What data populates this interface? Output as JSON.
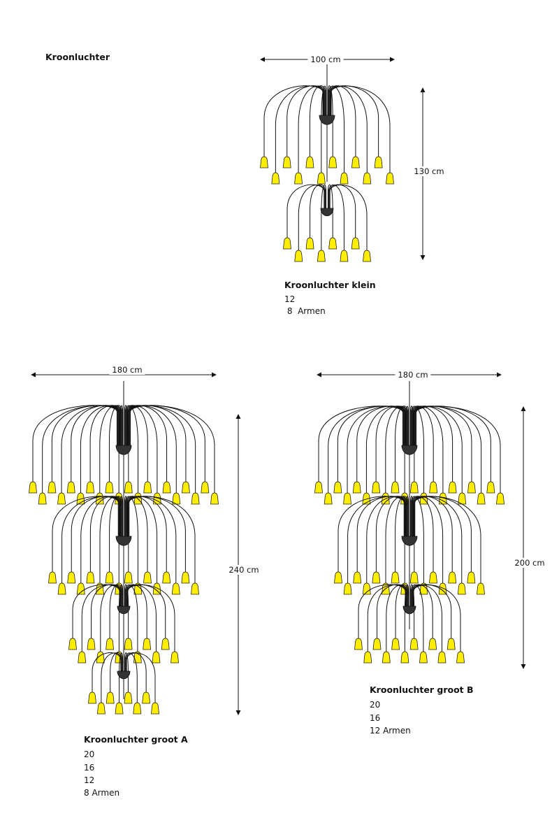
{
  "page_title": "Kroonluchter",
  "colors": {
    "bulb": "#ffee00",
    "bowl": "#333333",
    "line": "#111111"
  },
  "models": [
    {
      "id": "klein",
      "name": "Kroonluchter klein",
      "width": "100 cm",
      "height": "130 cm",
      "arms": [
        12,
        8
      ],
      "lines": [
        "12",
        " 8  Armen"
      ]
    },
    {
      "id": "groot-a",
      "name": "Kroonluchter groot A",
      "width": "180 cm",
      "height": "240 cm",
      "arms": [
        20,
        16,
        12,
        8
      ],
      "lines": [
        "20",
        "16",
        "12",
        "8 Armen"
      ]
    },
    {
      "id": "groot-b",
      "name": "Kroonluchter groot B",
      "width": "180 cm",
      "height": "200 cm",
      "arms": [
        20,
        16,
        12
      ],
      "lines": [
        "20",
        "16",
        "12 Armen"
      ]
    }
  ]
}
